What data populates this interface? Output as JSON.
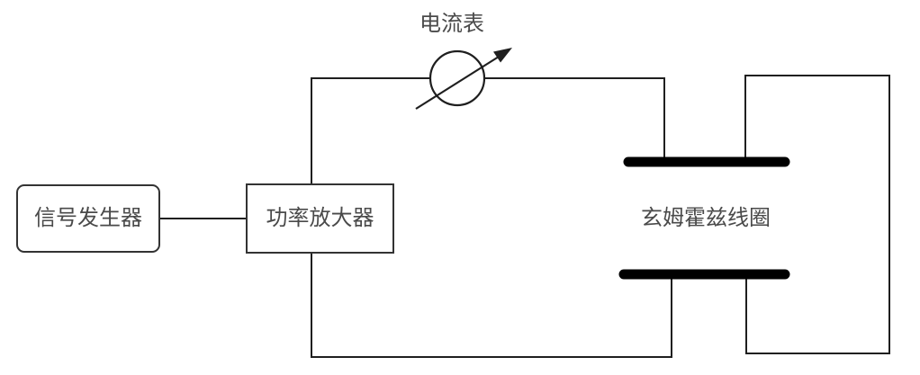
{
  "diagram": {
    "type": "circuit-block-diagram",
    "labels": {
      "ammeter": "电流表",
      "signal_generator": "信号发生器",
      "power_amplifier": "功率放大器",
      "helmholtz_coil": "玄姆霍兹线圈"
    },
    "icons": {
      "ammeter_symbol": "circle-with-diagonal-arrow-icon"
    },
    "colors": {
      "background": "#ffffff",
      "wire": "#1f1f1f",
      "box_border": "#333333",
      "label_text": "#4a4a4a",
      "coil_bar": "#000000"
    }
  }
}
